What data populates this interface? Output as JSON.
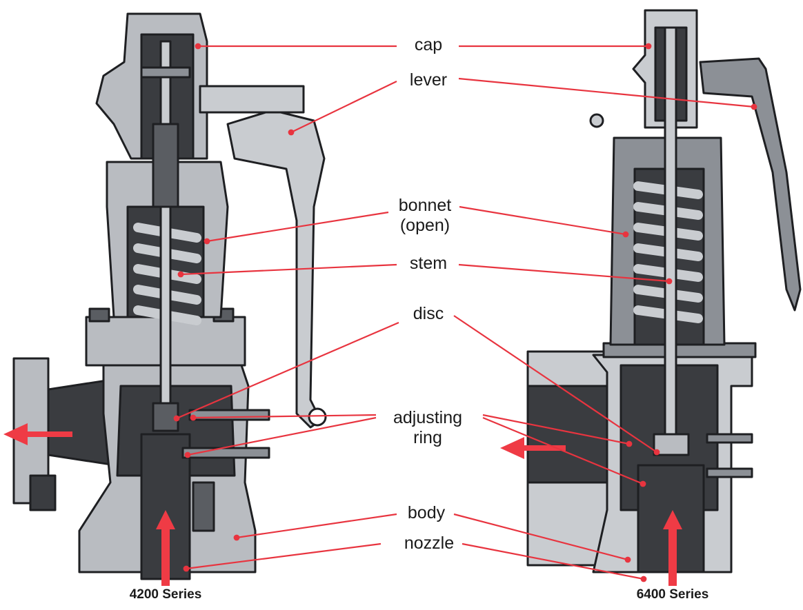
{
  "colors": {
    "leader": "#e8343f",
    "arrow": "#ef3b45",
    "metal_dark": "#3a3c40",
    "metal_mid": "#8c9096",
    "metal_light": "#c9ccd0",
    "outline": "#1e1f22",
    "background": "#ffffff"
  },
  "labels": {
    "cap": "cap",
    "lever": "lever",
    "bonnet_line1": "bonnet",
    "bonnet_line2": "(open)",
    "stem": "stem",
    "disc": "disc",
    "adjusting_line1": "adjusting",
    "adjusting_line2": "ring",
    "body": "body",
    "nozzle": "nozzle"
  },
  "series": {
    "left": "4200 Series",
    "right": "6400 Series"
  }
}
